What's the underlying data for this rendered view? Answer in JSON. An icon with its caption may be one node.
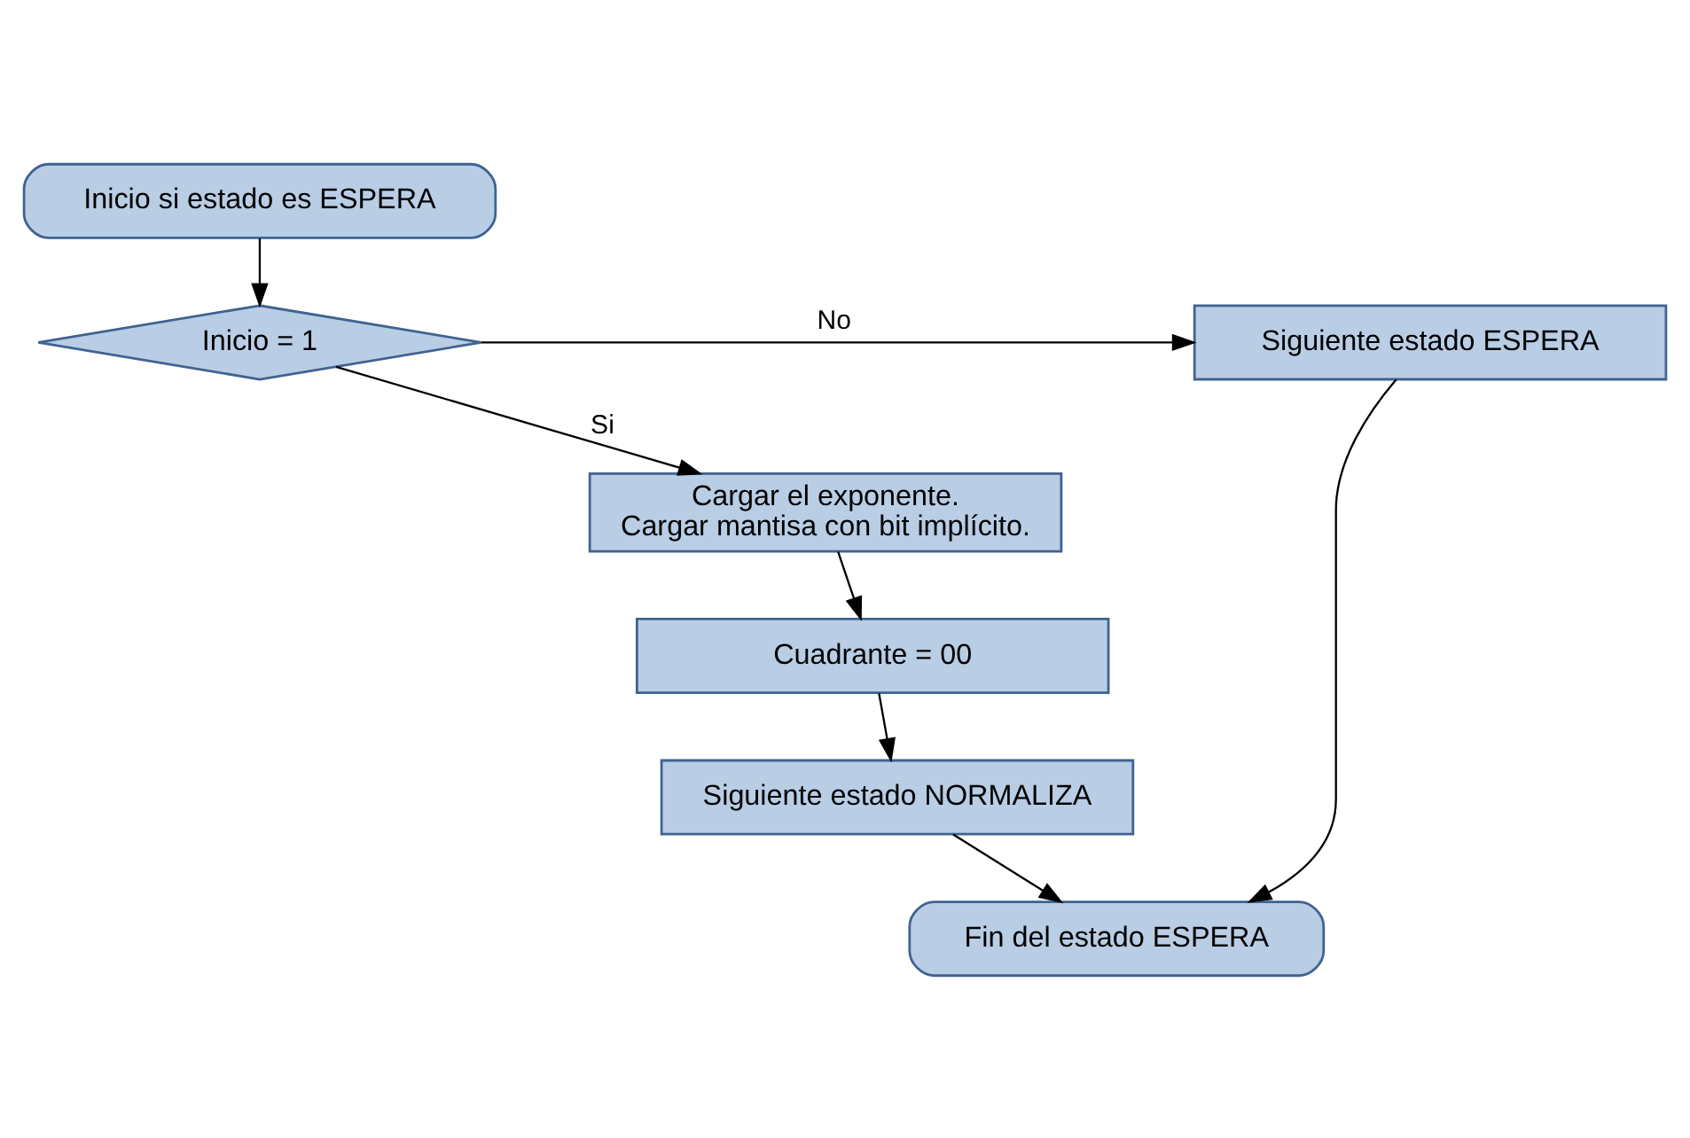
{
  "diagram": {
    "nodes": [
      {
        "text": [
          "Inicio si estado es ESPERA"
        ]
      },
      {
        "text": [
          "Inicio = 1"
        ]
      },
      {
        "text": [
          "Siguiente estado ESPERA"
        ]
      },
      {
        "text": [
          "Cargar el exponente.",
          "Cargar mantisa con bit implícito."
        ]
      },
      {
        "text": [
          "Cuadrante = 00"
        ]
      },
      {
        "text": [
          "Siguiente estado NORMALIZA"
        ]
      },
      {
        "text": [
          "Fin del estado ESPERA"
        ]
      }
    ],
    "edges": [
      {
        "from": 0,
        "to": 1,
        "arrow": "to"
      },
      {
        "from": 1,
        "to": 2,
        "arrow": "to",
        "label": "No"
      },
      {
        "from": 1,
        "to": 3,
        "arrow": "to",
        "label": "Si"
      },
      {
        "from": 3,
        "to": 4,
        "arrow": "to"
      },
      {
        "from": 4,
        "to": 5,
        "arrow": "to"
      },
      {
        "from": 5,
        "to": 6,
        "arrow": "to"
      },
      {
        "from": 2,
        "to": 6,
        "arrow": "to"
      }
    ]
  }
}
